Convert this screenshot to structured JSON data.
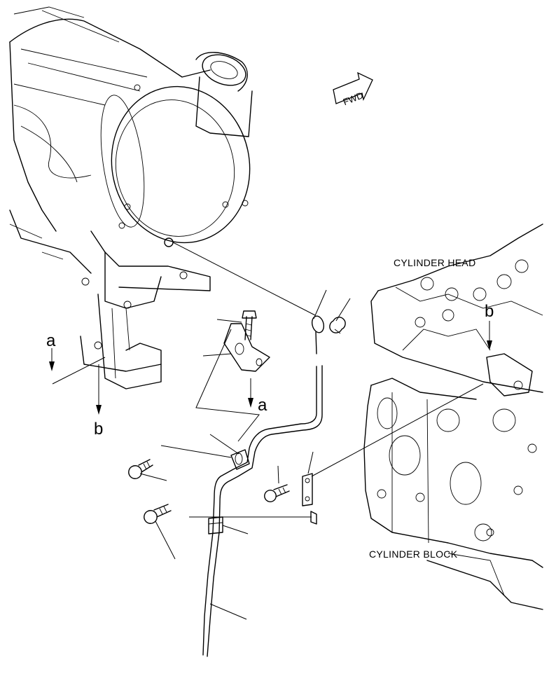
{
  "labels": {
    "cylinder_head": "CYLINDER HEAD",
    "cylinder_block": "CYLINDER BLOCK",
    "fwd": "FWD"
  },
  "refs": {
    "a_top": "a",
    "b_left": "b",
    "a_mid": "a",
    "b_right": "b"
  },
  "colors": {
    "line": "#000000",
    "background": "#ffffff"
  }
}
